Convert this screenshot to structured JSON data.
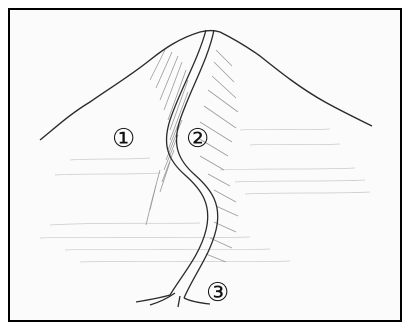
{
  "labels": {
    "one": "①",
    "two": "②",
    "three": "③"
  },
  "colors": {
    "border": "#000000",
    "ink": "#2a2a2a",
    "shading": "#9a9a9a"
  }
}
